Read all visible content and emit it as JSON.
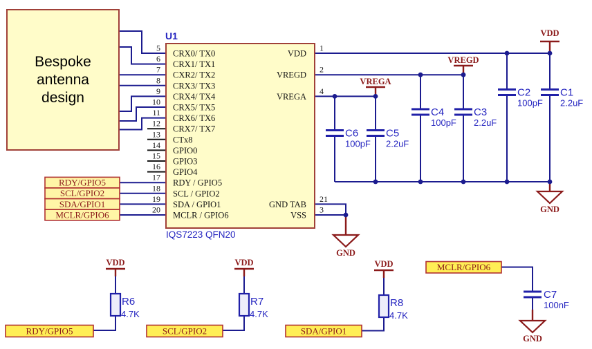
{
  "antenna": {
    "line1": "Bespoke",
    "line2": "antenna",
    "line3": "design"
  },
  "ic": {
    "ref": "U1",
    "part": "IQS7223 QFN20",
    "pins_left": [
      {
        "num": "5",
        "label": "CRX0/ TX0"
      },
      {
        "num": "6",
        "label": "CRX1/ TX1"
      },
      {
        "num": "7",
        "label": "CXR2/ TX2"
      },
      {
        "num": "8",
        "label": "CRX3/ TX3"
      },
      {
        "num": "9",
        "label": "CRX4/ TX4"
      },
      {
        "num": "10",
        "label": "CRX5/ TX5"
      },
      {
        "num": "11",
        "label": "CRX6/ TX6"
      },
      {
        "num": "12",
        "label": "CRX7/ TX7"
      },
      {
        "num": "13",
        "label": "CTx8"
      },
      {
        "num": "14",
        "label": "GPIO0"
      },
      {
        "num": "15",
        "label": "GPIO3"
      },
      {
        "num": "16",
        "label": "GPIO4"
      },
      {
        "num": "17",
        "label": "RDY / GPIO5"
      },
      {
        "num": "18",
        "label": "SCL / GPIO2"
      },
      {
        "num": "19",
        "label": "SDA / GPIO1"
      },
      {
        "num": "20",
        "label": "MCLR / GPIO6"
      }
    ],
    "pins_right": [
      {
        "num": "1",
        "label": "VDD"
      },
      {
        "num": "2",
        "label": "VREGD"
      },
      {
        "num": "4",
        "label": "VREGA"
      },
      {
        "num": "21",
        "label": "GND TAB"
      },
      {
        "num": "3",
        "label": "VSS"
      }
    ]
  },
  "capacitors": [
    {
      "ref": "C1",
      "value": "2.2uF"
    },
    {
      "ref": "C2",
      "value": "100pF"
    },
    {
      "ref": "C3",
      "value": "2.2uF"
    },
    {
      "ref": "C4",
      "value": "100pF"
    },
    {
      "ref": "C5",
      "value": "2.2uF"
    },
    {
      "ref": "C6",
      "value": "100pF"
    },
    {
      "ref": "C7",
      "value": "100nF"
    }
  ],
  "resistors": [
    {
      "ref": "R6",
      "value": "4.7K"
    },
    {
      "ref": "R7",
      "value": "4.7K"
    },
    {
      "ref": "R8",
      "value": "4.7K"
    }
  ],
  "net_labels": {
    "upper": [
      "RDY/GPIO5",
      "SCL/GPIO2",
      "SDA/GPIO1",
      "MCLR/GPIO6"
    ],
    "bottom": [
      "RDY/GPIO5",
      "SCL/GPIO2",
      "SDA/GPIO1",
      "MCLR/GPIO6"
    ]
  },
  "power": {
    "vdd": "VDD",
    "gnd": "GND",
    "vregd": "VREGD",
    "vrega": "VREGA"
  },
  "colors": {
    "wire": "#1B1B8F",
    "power": "#8B1A1A",
    "component_text": "#2525C0",
    "box_fill": "#FFFCC9",
    "box_border": "#A04038",
    "net_label_fill": "#FFEE55"
  }
}
